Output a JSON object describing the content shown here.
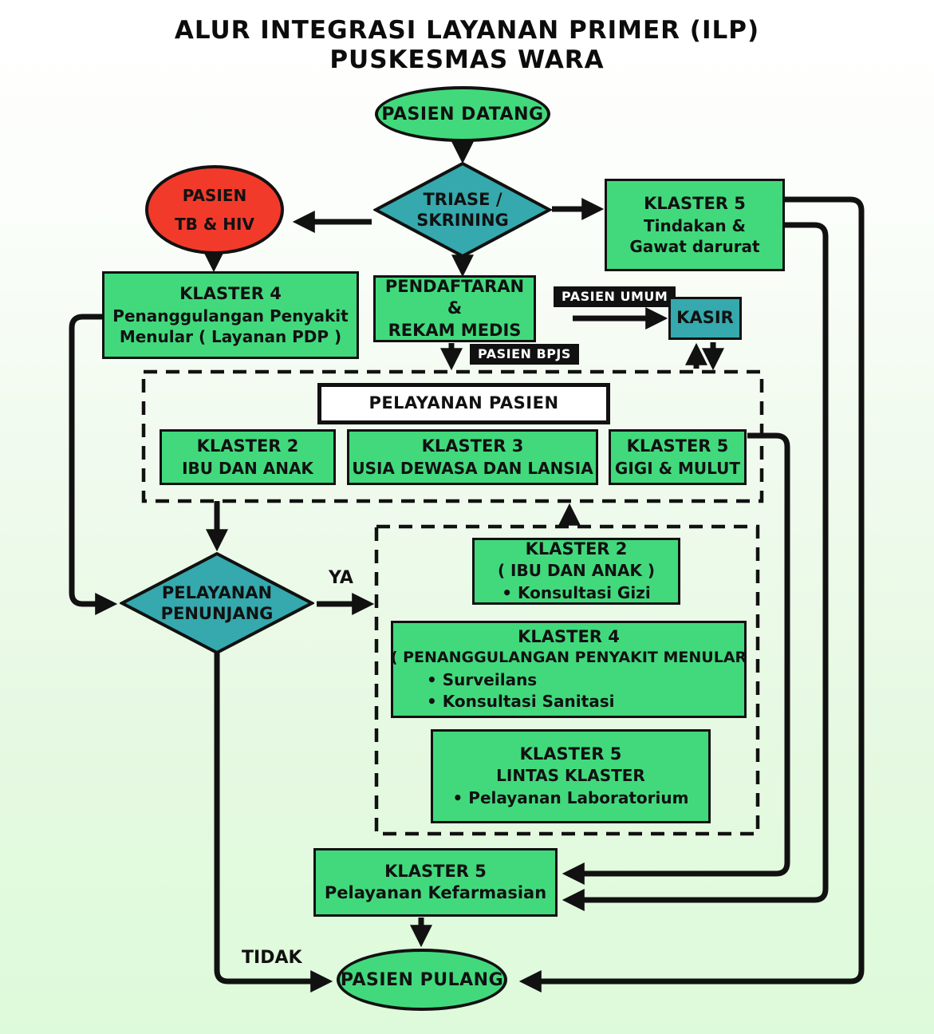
{
  "title": {
    "line1": "ALUR INTEGRASI LAYANAN PRIMER (ILP)",
    "line2": "PUSKESMAS WARA"
  },
  "nodes": {
    "pasien_datang": {
      "label": "PASIEN DATANG"
    },
    "triase": {
      "line1": "TRIASE /",
      "line2": "SKRINING"
    },
    "pasien_tb": {
      "line1": "PASIEN",
      "line2": "TB & HIV"
    },
    "klaster4_pdp": {
      "line1": "KLASTER 4",
      "line2": "Penanggulangan Penyakit",
      "line3": "Menular ( Layanan PDP )"
    },
    "klaster5_tindakan": {
      "line1": "KLASTER 5",
      "line2": "Tindakan &",
      "line3": "Gawat darurat"
    },
    "pendaftaran": {
      "line1": "PENDAFTARAN &",
      "line2": "REKAM MEDIS"
    },
    "kasir": {
      "label": "KASIR"
    },
    "pelayanan_pasien": {
      "label": "PELAYANAN PASIEN"
    },
    "klaster2_ibu": {
      "line1": "KLASTER 2",
      "line2": "IBU DAN ANAK"
    },
    "klaster3_usia": {
      "line1": "KLASTER 3",
      "line2": "USIA DEWASA DAN LANSIA"
    },
    "klaster5_gigi": {
      "line1": "KLASTER 5",
      "line2": "GIGI & MULUT"
    },
    "pelayanan_penunjang": {
      "line1": "PELAYANAN",
      "line2": "PENUNJANG"
    },
    "klaster2_gizi": {
      "line1": "KLASTER 2",
      "line2": "( IBU DAN ANAK )",
      "bullet1": "Konsultasi Gizi"
    },
    "klaster4_menular": {
      "line1": "KLASTER 4",
      "line2": "( PENANGGULANGAN PENYAKIT MENULAR",
      "bullet1": "Surveilans",
      "bullet2": "Konsultasi Sanitasi"
    },
    "klaster5_lintas": {
      "line1": "KLASTER 5",
      "line2": "LINTAS KLASTER",
      "bullet1": "Pelayanan Laboratorium"
    },
    "klaster5_farmasi": {
      "line1": "KLASTER 5",
      "line2": "Pelayanan Kefarmasian"
    },
    "pasien_pulang": {
      "label": "PASIEN PULANG"
    }
  },
  "edge_labels": {
    "pasien_umum": "PASIEN UMUM",
    "pasien_bpjs": "PASIEN BPJS",
    "ya": "YA",
    "tidak": "TIDAK"
  },
  "colors": {
    "green": "#42d97d",
    "teal": "#35a9ad",
    "red": "#f23a2b",
    "line": "#111111",
    "label_bg": "#111111",
    "bg_bottom": "#ddfada"
  }
}
